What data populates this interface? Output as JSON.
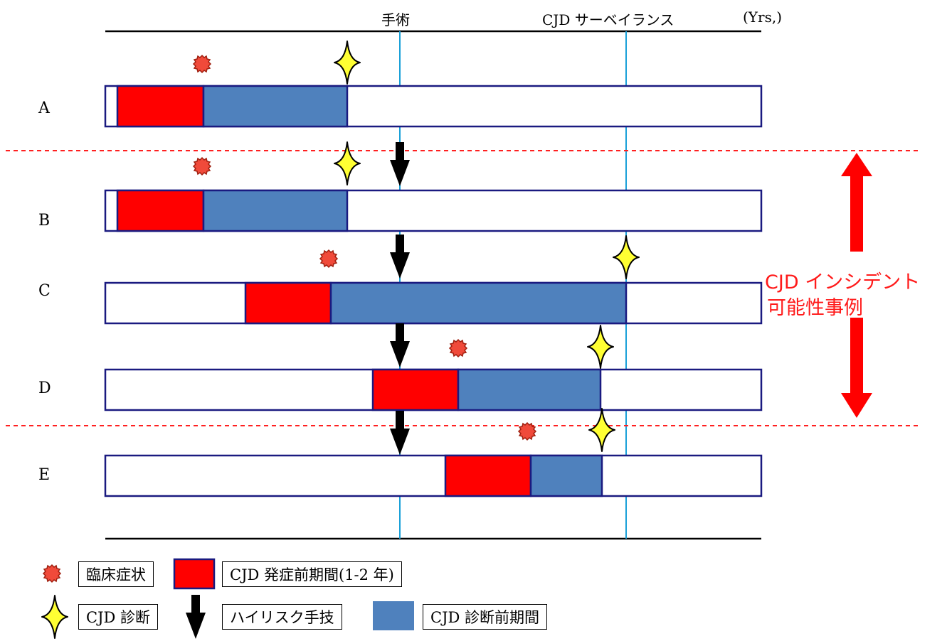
{
  "header": {
    "surgery_label": "手術",
    "surveillance_label": "CJD サーベイランス",
    "unit_label": "(Yrs,)"
  },
  "rows": [
    {
      "label": "A",
      "pre_onset": [
        0,
        1
      ],
      "pre_diagnosis": [
        1,
        2.7
      ],
      "symptom_at": 1.0,
      "diagnosis_at": 2.7
    },
    {
      "label": "B",
      "pre_onset": [
        0,
        1
      ],
      "pre_diagnosis": [
        1,
        2.7
      ],
      "symptom_at": 1.0,
      "diagnosis_at": 2.7
    },
    {
      "label": "C",
      "pre_onset": [
        1.5,
        2.5
      ],
      "pre_diagnosis": [
        2.5,
        6.0
      ],
      "symptom_at": 2.5,
      "diagnosis_at": 6.0
    },
    {
      "label": "D",
      "pre_onset": [
        3.0,
        4.0
      ],
      "pre_diagnosis": [
        4.0,
        5.7
      ],
      "symptom_at": 4.0,
      "diagnosis_at": 5.7
    },
    {
      "label": "E",
      "pre_onset": [
        3.85,
        4.85
      ],
      "pre_diagnosis": [
        4.85,
        5.7
      ],
      "symptom_at": 4.85,
      "diagnosis_at": 5.7
    }
  ],
  "incident_label_line1": "CJD インシデント",
  "incident_label_line2": "可能性事例",
  "legend": {
    "symptom": "臨床症状",
    "pre_onset": "CJD 発症前期間(1-2 年)",
    "diagnosis": "CJD 診断",
    "high_risk": "ハイリスク手技",
    "pre_diagnosis": "CJD 診断前期間"
  },
  "colors": {
    "pre_onset": "#ff0000",
    "pre_diagnosis": "#4f81bd",
    "bar_border": "#1a1a80",
    "reference_line": "#1aa0d8",
    "symptom": "#f04a3a",
    "diagnosis_star": "#ffff33",
    "incident_marker": "#ff0000"
  }
}
